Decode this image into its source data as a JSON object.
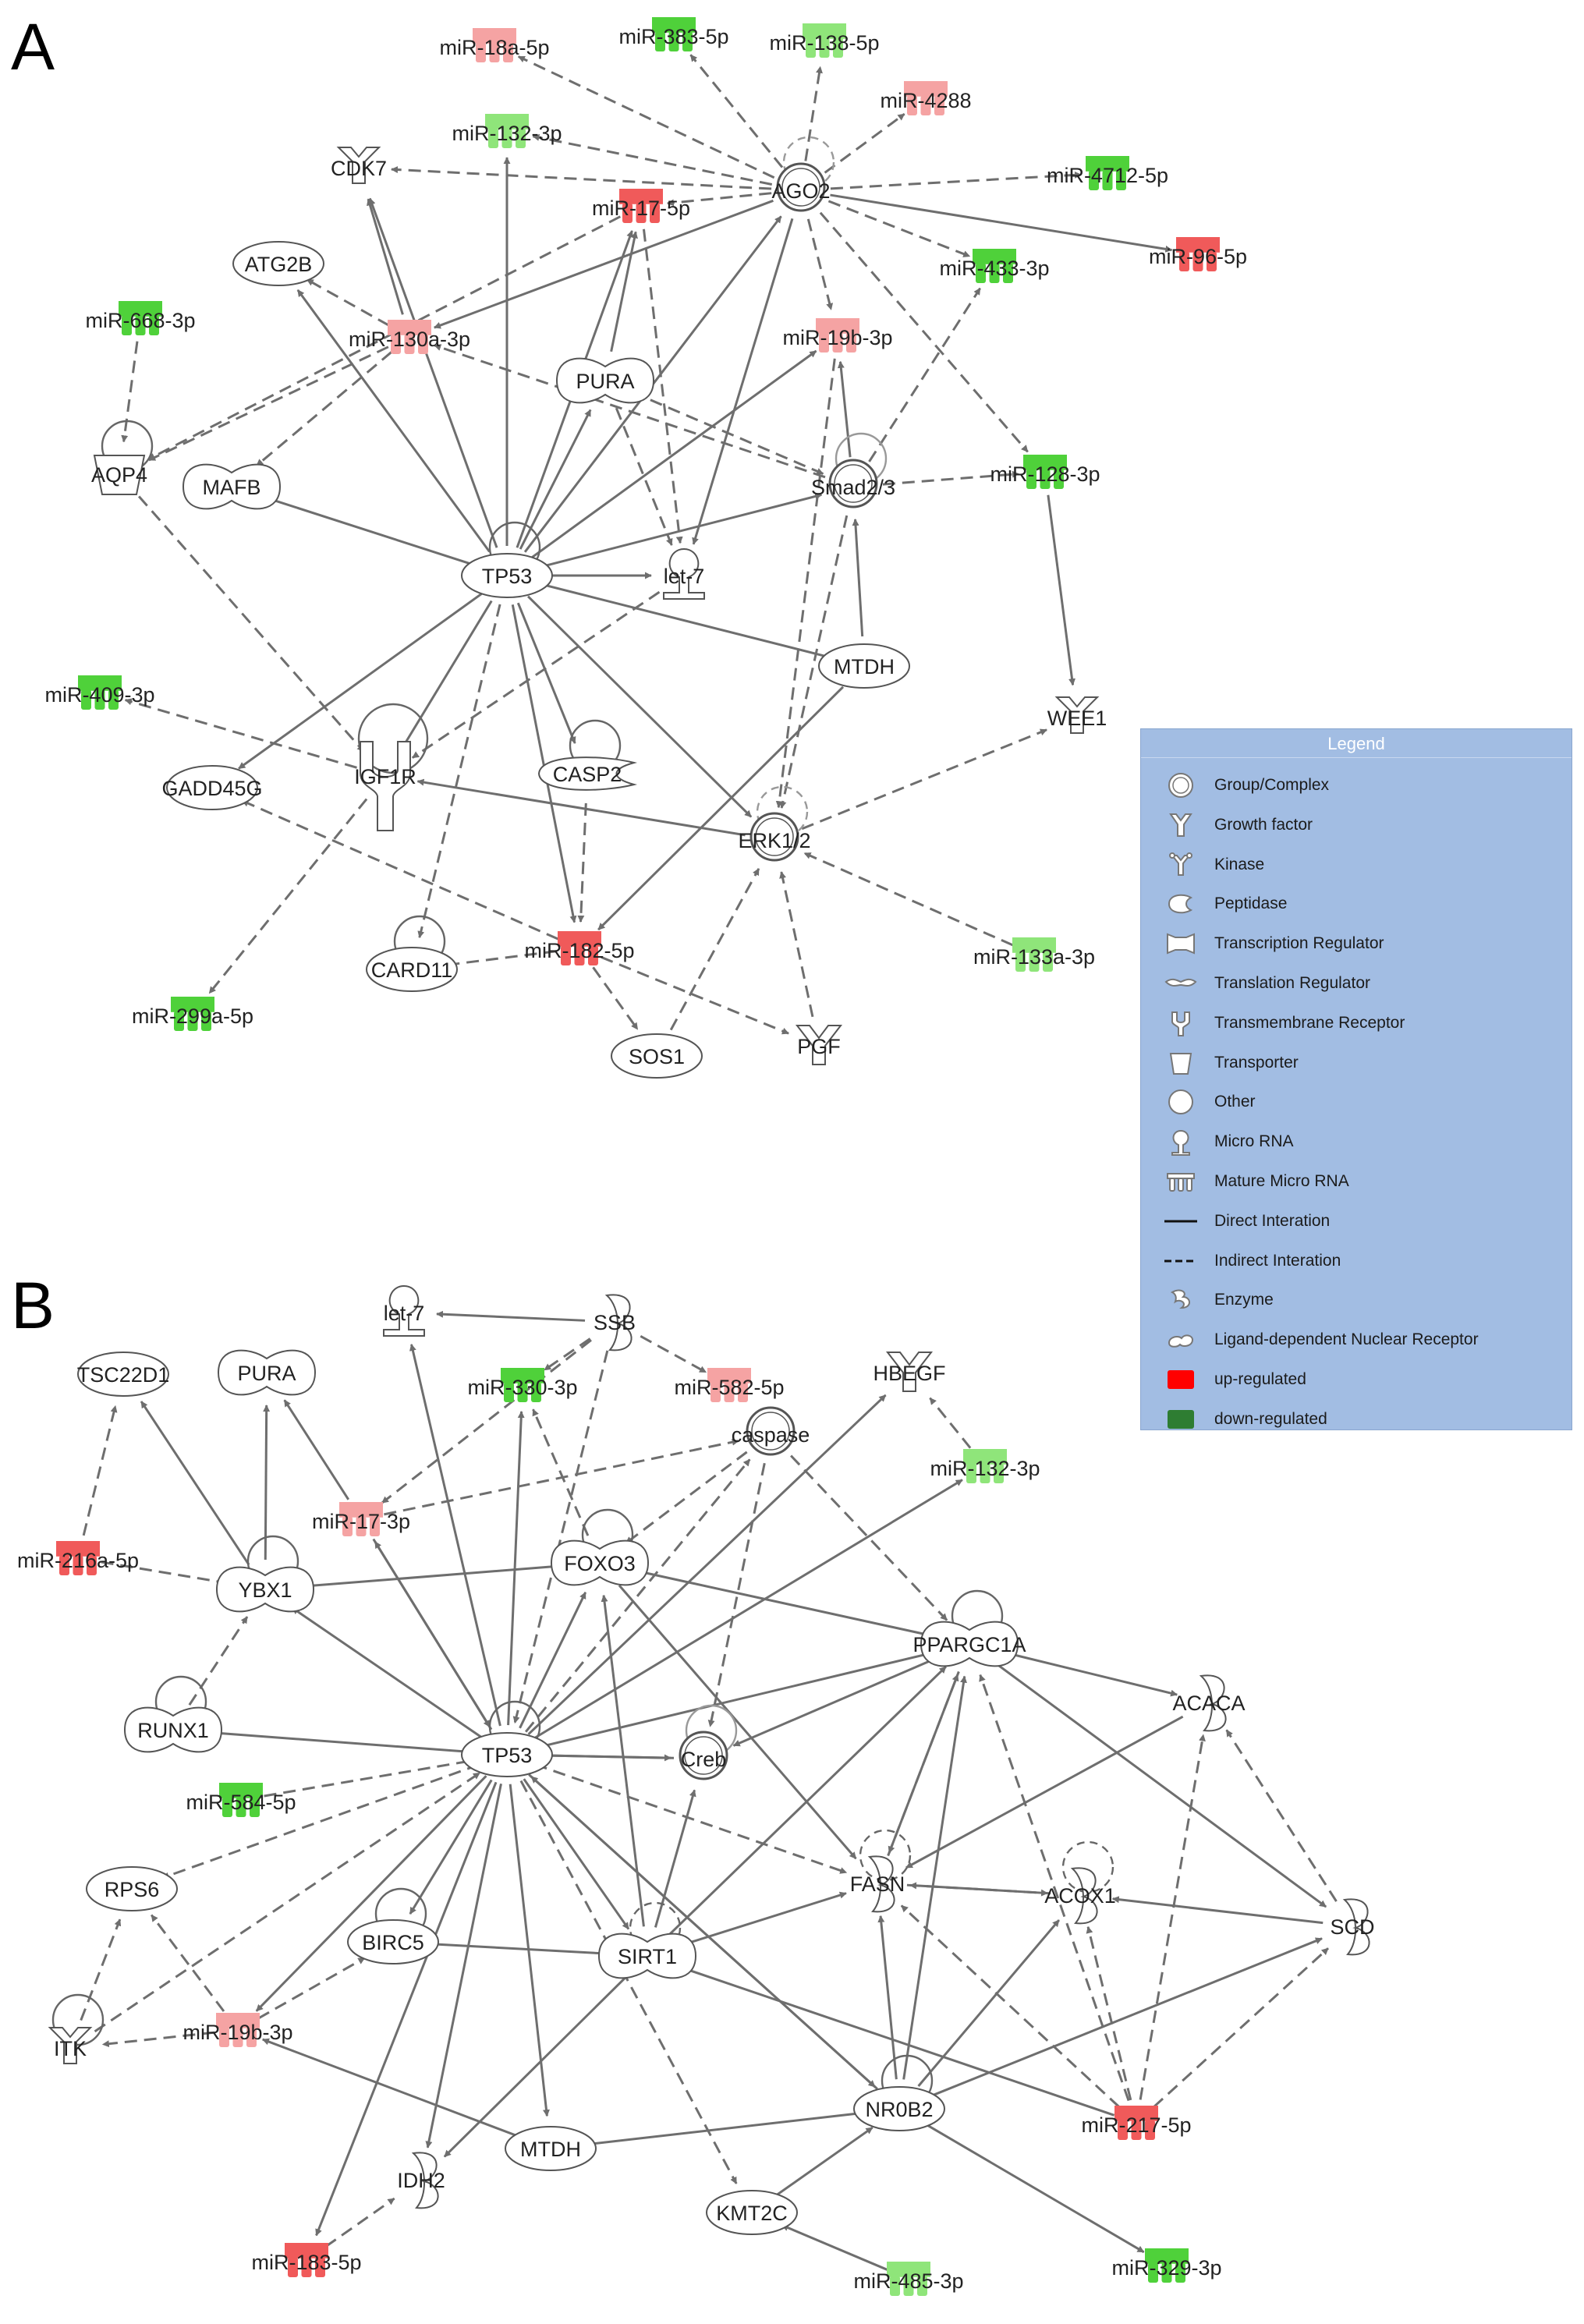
{
  "panels": [
    "A",
    "B"
  ],
  "colors": {
    "edge": "#6e6e6e",
    "up_strong": "#f05a5a",
    "up_light": "#f5a3a3",
    "down_strong": "#4fd13a",
    "down_light": "#8fe57a",
    "legend_bg": "#a2bde3",
    "legend_up": "#ff0000",
    "legend_down": "#2e7d32"
  },
  "legend": {
    "title": "Legend",
    "items": [
      {
        "label": "Group/Complex",
        "icon": "group-complex"
      },
      {
        "label": "Growth factor",
        "icon": "growth-factor"
      },
      {
        "label": "Kinase",
        "icon": "kinase"
      },
      {
        "label": "Peptidase",
        "icon": "peptidase"
      },
      {
        "label": "Transcription Regulator",
        "icon": "transcription-regulator"
      },
      {
        "label": "Translation Regulator",
        "icon": "translation-regulator"
      },
      {
        "label": "Transmembrane Receptor",
        "icon": "transmembrane-receptor"
      },
      {
        "label": "Transporter",
        "icon": "transporter"
      },
      {
        "label": "Other",
        "icon": "other"
      },
      {
        "label": "Micro RNA",
        "icon": "micro-rna"
      },
      {
        "label": "Mature Micro RNA",
        "icon": "mature-micro-rna"
      },
      {
        "label": "Direct Interation",
        "icon": "direct-line"
      },
      {
        "label": "Indirect Interation",
        "icon": "indirect-line"
      },
      {
        "label": "Enzyme",
        "icon": "enzyme"
      },
      {
        "label": "Ligand-dependent Nuclear Receptor",
        "icon": "nuclear-receptor"
      },
      {
        "label": "up-regulated",
        "icon": "up-swatch"
      },
      {
        "label": "down-regulated",
        "icon": "down-swatch"
      }
    ]
  },
  "networkA": {
    "nodes": [
      {
        "id": "TP53",
        "label": "TP53",
        "kind": "other"
      },
      {
        "id": "AGO2",
        "label": "AGO2",
        "kind": "group"
      },
      {
        "id": "PURA",
        "label": "PURA",
        "kind": "tr"
      },
      {
        "id": "SMAD23",
        "label": "Smad2/3",
        "kind": "group"
      },
      {
        "id": "LET7",
        "label": "let-7",
        "kind": "microrna"
      },
      {
        "id": "MTDH",
        "label": "MTDH",
        "kind": "other"
      },
      {
        "id": "CASP2",
        "label": "CASP2",
        "kind": "peptidase"
      },
      {
        "id": "ERK12",
        "label": "ERK1/2",
        "kind": "group"
      },
      {
        "id": "IGF1R",
        "label": "IGF1R",
        "kind": "receptor"
      },
      {
        "id": "GADD45G",
        "label": "GADD45G",
        "kind": "other"
      },
      {
        "id": "CARD11",
        "label": "CARD11",
        "kind": "other"
      },
      {
        "id": "SOS1",
        "label": "SOS1",
        "kind": "other"
      },
      {
        "id": "PGF",
        "label": "PGF",
        "kind": "growth"
      },
      {
        "id": "WEE1",
        "label": "WEE1",
        "kind": "kinase"
      },
      {
        "id": "MAFB",
        "label": "MAFB",
        "kind": "tr"
      },
      {
        "id": "AQP4",
        "label": "AQP4",
        "kind": "transporter"
      },
      {
        "id": "ATG2B",
        "label": "ATG2B",
        "kind": "other"
      },
      {
        "id": "CDK7",
        "label": "CDK7",
        "kind": "kinase"
      },
      {
        "id": "m18a",
        "label": "miR-18a-5p",
        "kind": "mirna",
        "reg": "up_light"
      },
      {
        "id": "m383",
        "label": "miR-383-5p",
        "kind": "mirna",
        "reg": "down_strong"
      },
      {
        "id": "m138",
        "label": "miR-138-5p",
        "kind": "mirna",
        "reg": "down_light"
      },
      {
        "id": "m4288",
        "label": "miR-4288",
        "kind": "mirna",
        "reg": "up_light"
      },
      {
        "id": "m132a",
        "label": "miR-132-3p",
        "kind": "mirna",
        "reg": "down_light"
      },
      {
        "id": "m4712",
        "label": "miR-4712-5p",
        "kind": "mirna",
        "reg": "down_strong"
      },
      {
        "id": "m17",
        "label": "miR-17-5p",
        "kind": "mirna",
        "reg": "up_strong"
      },
      {
        "id": "m96",
        "label": "miR-96-5p",
        "kind": "mirna",
        "reg": "up_strong"
      },
      {
        "id": "m433",
        "label": "miR-433-3p",
        "kind": "mirna",
        "reg": "down_strong"
      },
      {
        "id": "m668",
        "label": "miR-668-3p",
        "kind": "mirna",
        "reg": "down_strong"
      },
      {
        "id": "m130a",
        "label": "miR-130a-3p",
        "kind": "mirna",
        "reg": "up_light"
      },
      {
        "id": "m19bA",
        "label": "miR-19b-3p",
        "kind": "mirna",
        "reg": "up_light"
      },
      {
        "id": "m128",
        "label": "miR-128-3p",
        "kind": "mirna",
        "reg": "down_strong"
      },
      {
        "id": "m409",
        "label": "miR-409-3p",
        "kind": "mirna",
        "reg": "down_strong"
      },
      {
        "id": "m182",
        "label": "miR-182-5p",
        "kind": "mirna",
        "reg": "up_strong"
      },
      {
        "id": "m133a",
        "label": "miR-133a-3p",
        "kind": "mirna",
        "reg": "down_light"
      },
      {
        "id": "m299a",
        "label": "miR-299a-5p",
        "kind": "mirna",
        "reg": "down_strong"
      }
    ],
    "edges": [
      [
        "TP53",
        "CDK7",
        "d"
      ],
      [
        "TP53",
        "ATG2B",
        "d"
      ],
      [
        "TP53",
        "MAFB",
        "d"
      ],
      [
        "TP53",
        "AGO2",
        "d"
      ],
      [
        "TP53",
        "PURA",
        "d"
      ],
      [
        "TP53",
        "SMAD23",
        "d"
      ],
      [
        "TP53",
        "LET7",
        "d"
      ],
      [
        "TP53",
        "MTDH",
        "d"
      ],
      [
        "TP53",
        "CASP2",
        "d"
      ],
      [
        "TP53",
        "ERK12",
        "d"
      ],
      [
        "TP53",
        "IGF1R",
        "d"
      ],
      [
        "TP53",
        "GADD45G",
        "d"
      ],
      [
        "TP53",
        "m182",
        "d"
      ],
      [
        "TP53",
        "m19bA",
        "d"
      ],
      [
        "TP53",
        "m17",
        "d"
      ],
      [
        "TP53",
        "m132a",
        "d"
      ],
      [
        "TP53",
        "CARD11",
        "i"
      ],
      [
        "m130a",
        "CDK7",
        "d"
      ],
      [
        "m130a",
        "ATG2B",
        "i"
      ],
      [
        "m130a",
        "AQP4",
        "i"
      ],
      [
        "m130a",
        "MAFB",
        "i"
      ],
      [
        "AGO2",
        "m130a",
        "d"
      ],
      [
        "AGO2",
        "CDK7",
        "i"
      ],
      [
        "AGO2",
        "m18a",
        "i"
      ],
      [
        "AGO2",
        "m383",
        "i"
      ],
      [
        "AGO2",
        "m138",
        "i"
      ],
      [
        "AGO2",
        "m4288",
        "i"
      ],
      [
        "AGO2",
        "m132a",
        "i"
      ],
      [
        "AGO2",
        "m4712",
        "i"
      ],
      [
        "AGO2",
        "m17",
        "i"
      ],
      [
        "AGO2",
        "m96",
        "d"
      ],
      [
        "AGO2",
        "m433",
        "i"
      ],
      [
        "AGO2",
        "m19bA",
        "i"
      ],
      [
        "AGO2",
        "m128",
        "i"
      ],
      [
        "AGO2",
        "LET7",
        "d"
      ],
      [
        "PURA",
        "m17",
        "d"
      ],
      [
        "PURA",
        "LET7",
        "i"
      ],
      [
        "PURA",
        "SMAD23",
        "i"
      ],
      [
        "m17",
        "LET7",
        "i"
      ],
      [
        "m17",
        "AQP4",
        "i"
      ],
      [
        "SMAD23",
        "m130a",
        "i"
      ],
      [
        "SMAD23",
        "m19bA",
        "d"
      ],
      [
        "SMAD23",
        "m128",
        "i"
      ],
      [
        "SMAD23",
        "m433",
        "i"
      ],
      [
        "m19bA",
        "ERK12",
        "i"
      ],
      [
        "MTDH",
        "SMAD23",
        "d"
      ],
      [
        "MTDH",
        "m182",
        "d"
      ],
      [
        "m128",
        "WEE1",
        "d"
      ],
      [
        "ERK12",
        "WEE1",
        "i"
      ],
      [
        "ERK12",
        "IGF1R",
        "d"
      ],
      [
        "m133a",
        "ERK12",
        "i"
      ],
      [
        "SOS1",
        "ERK12",
        "i"
      ],
      [
        "PGF",
        "ERK12",
        "i"
      ],
      [
        "SMAD23",
        "ERK12",
        "i"
      ],
      [
        "m668",
        "AQP4",
        "i"
      ],
      [
        "AQP4",
        "IGF1R",
        "i"
      ],
      [
        "IGF1R",
        "m409",
        "i"
      ],
      [
        "IGF1R",
        "m299a",
        "i"
      ],
      [
        "LET7",
        "IGF1R",
        "i"
      ],
      [
        "m182",
        "CARD11",
        "i"
      ],
      [
        "m182",
        "GADD45G",
        "i"
      ],
      [
        "m182",
        "SOS1",
        "i"
      ],
      [
        "m182",
        "PGF",
        "i"
      ],
      [
        "CASP2",
        "m182",
        "i"
      ]
    ]
  },
  "networkB": {
    "nodes": [
      {
        "id": "TP53",
        "label": "TP53",
        "kind": "other"
      },
      {
        "id": "LET7",
        "label": "let-7",
        "kind": "microrna"
      },
      {
        "id": "SSB",
        "label": "SSB",
        "kind": "enzyme"
      },
      {
        "id": "TSC22D1",
        "label": "TSC22D1",
        "kind": "other"
      },
      {
        "id": "PURA",
        "label": "PURA",
        "kind": "tr"
      },
      {
        "id": "m330",
        "label": "miR-330-3p",
        "kind": "mirna",
        "reg": "down_strong"
      },
      {
        "id": "m582",
        "label": "miR-582-5p",
        "kind": "mirna",
        "reg": "up_light"
      },
      {
        "id": "HBEGF",
        "label": "HBEGF",
        "kind": "growth"
      },
      {
        "id": "caspase",
        "label": "caspase",
        "kind": "group"
      },
      {
        "id": "m132b",
        "label": "miR-132-3p",
        "kind": "mirna",
        "reg": "down_light"
      },
      {
        "id": "m17b",
        "label": "miR-17-3p",
        "kind": "mirna",
        "reg": "up_light"
      },
      {
        "id": "m216a",
        "label": "miR-216a-5p",
        "kind": "mirna",
        "reg": "up_strong"
      },
      {
        "id": "YBX1",
        "label": "YBX1",
        "kind": "tr"
      },
      {
        "id": "FOXO3",
        "label": "FOXO3",
        "kind": "tr"
      },
      {
        "id": "PPARGC1A",
        "label": "PPARGC1A",
        "kind": "tr"
      },
      {
        "id": "ACACA",
        "label": "ACACA",
        "kind": "enzyme"
      },
      {
        "id": "RUNX1",
        "label": "RUNX1",
        "kind": "tr"
      },
      {
        "id": "Creb",
        "label": "Creb",
        "kind": "group"
      },
      {
        "id": "m584",
        "label": "miR-584-5p",
        "kind": "mirna",
        "reg": "down_strong"
      },
      {
        "id": "FASN",
        "label": "FASN",
        "kind": "enzyme"
      },
      {
        "id": "ACOX1",
        "label": "ACOX1",
        "kind": "enzyme"
      },
      {
        "id": "SCD",
        "label": "SCD",
        "kind": "enzyme"
      },
      {
        "id": "RPS6",
        "label": "RPS6",
        "kind": "other"
      },
      {
        "id": "SIRT1",
        "label": "SIRT1",
        "kind": "tr"
      },
      {
        "id": "BIRC5",
        "label": "BIRC5",
        "kind": "other"
      },
      {
        "id": "ITK",
        "label": "ITK",
        "kind": "kinase"
      },
      {
        "id": "m19bB",
        "label": "miR-19b-3p",
        "kind": "mirna",
        "reg": "up_light"
      },
      {
        "id": "NR0B2",
        "label": "NR0B2",
        "kind": "other"
      },
      {
        "id": "m217",
        "label": "miR-217-5p",
        "kind": "mirna",
        "reg": "up_strong"
      },
      {
        "id": "MTDH",
        "label": "MTDH",
        "kind": "other"
      },
      {
        "id": "IDH2",
        "label": "IDH2",
        "kind": "enzyme"
      },
      {
        "id": "KMT2C",
        "label": "KMT2C",
        "kind": "other"
      },
      {
        "id": "m183",
        "label": "miR-183-5p",
        "kind": "mirna",
        "reg": "up_strong"
      },
      {
        "id": "m485",
        "label": "miR-485-3p",
        "kind": "mirna",
        "reg": "down_light"
      },
      {
        "id": "m329",
        "label": "miR-329-3p",
        "kind": "mirna",
        "reg": "down_strong"
      }
    ],
    "edges": [
      [
        "SSB",
        "LET7",
        "d"
      ],
      [
        "SSB",
        "m330",
        "i"
      ],
      [
        "SSB",
        "m582",
        "i"
      ],
      [
        "SSB",
        "TP53",
        "i"
      ],
      [
        "TP53",
        "LET7",
        "d"
      ],
      [
        "TP53",
        "m330",
        "d"
      ],
      [
        "TP53",
        "HBEGF",
        "d"
      ],
      [
        "TP53",
        "m132b",
        "d"
      ],
      [
        "TP53",
        "m17b",
        "d"
      ],
      [
        "TP53",
        "FOXO3",
        "d"
      ],
      [
        "TP53",
        "PPARGC1A",
        "d"
      ],
      [
        "TP53",
        "RUNX1",
        "d"
      ],
      [
        "TP53",
        "Creb",
        "d"
      ],
      [
        "TP53",
        "caspase",
        "i"
      ],
      [
        "TP53",
        "RPS6",
        "i"
      ],
      [
        "TP53",
        "BIRC5",
        "d"
      ],
      [
        "TP53",
        "m19bB",
        "d"
      ],
      [
        "TP53",
        "MTDH",
        "d"
      ],
      [
        "TP53",
        "IDH2",
        "d"
      ],
      [
        "TP53",
        "m183",
        "d"
      ],
      [
        "TP53",
        "KMT2C",
        "i"
      ],
      [
        "TP53",
        "NR0B2",
        "d"
      ],
      [
        "TP53",
        "SIRT1",
        "d"
      ],
      [
        "TP53",
        "FASN",
        "i"
      ],
      [
        "TP53",
        "YBX1",
        "d"
      ],
      [
        "m584",
        "TP53",
        "i"
      ],
      [
        "m216a",
        "TSC22D1",
        "i"
      ],
      [
        "m216a",
        "YBX1",
        "i"
      ],
      [
        "YBX1",
        "TSC22D1",
        "d"
      ],
      [
        "YBX1",
        "PURA",
        "d"
      ],
      [
        "m17b",
        "PURA",
        "d"
      ],
      [
        "m17b",
        "caspase",
        "i"
      ],
      [
        "m17b",
        "TP53",
        "d"
      ],
      [
        "FOXO3",
        "YBX1",
        "d"
      ],
      [
        "FOXO3",
        "PPARGC1A",
        "d"
      ],
      [
        "FOXO3",
        "m330",
        "i"
      ],
      [
        "FOXO3",
        "FASN",
        "d"
      ],
      [
        "caspase",
        "FOXO3",
        "i"
      ],
      [
        "caspase",
        "PPARGC1A",
        "i"
      ],
      [
        "m132b",
        "HBEGF",
        "i"
      ],
      [
        "PPARGC1A",
        "ACACA",
        "d"
      ],
      [
        "PPARGC1A",
        "SCD",
        "d"
      ],
      [
        "PPARGC1A",
        "Creb",
        "d"
      ],
      [
        "PPARGC1A",
        "FASN",
        "d"
      ],
      [
        "ACACA",
        "FASN",
        "d"
      ],
      [
        "SCD",
        "ACACA",
        "i"
      ],
      [
        "SCD",
        "ACOX1",
        "d"
      ],
      [
        "FASN",
        "PPARGC1A",
        "i"
      ],
      [
        "ACOX1",
        "FASN",
        "d"
      ],
      [
        "SIRT1",
        "BIRC5",
        "d"
      ],
      [
        "SIRT1",
        "FOXO3",
        "d"
      ],
      [
        "SIRT1",
        "Creb",
        "d"
      ],
      [
        "SIRT1",
        "FASN",
        "d"
      ],
      [
        "SIRT1",
        "PPARGC1A",
        "d"
      ],
      [
        "SIRT1",
        "IDH2",
        "d"
      ],
      [
        "NR0B2",
        "PPARGC1A",
        "d"
      ],
      [
        "NR0B2",
        "ACOX1",
        "d"
      ],
      [
        "NR0B2",
        "FASN",
        "d"
      ],
      [
        "NR0B2",
        "SCD",
        "d"
      ],
      [
        "NR0B2",
        "m329",
        "d"
      ],
      [
        "NR0B2",
        "TP53",
        "d"
      ],
      [
        "m217",
        "SIRT1",
        "d"
      ],
      [
        "m217",
        "SCD",
        "i"
      ],
      [
        "m217",
        "ACACA",
        "i"
      ],
      [
        "m217",
        "ACOX1",
        "i"
      ],
      [
        "m217",
        "FASN",
        "i"
      ],
      [
        "m217",
        "PPARGC1A",
        "i"
      ],
      [
        "MTDH",
        "NR0B2",
        "d"
      ],
      [
        "MTDH",
        "m19bB",
        "d"
      ],
      [
        "KMT2C",
        "NR0B2",
        "d"
      ],
      [
        "m485",
        "KMT2C",
        "d"
      ],
      [
        "m183",
        "IDH2",
        "i"
      ],
      [
        "m19bB",
        "BIRC5",
        "i"
      ],
      [
        "m19bB",
        "RPS6",
        "i"
      ],
      [
        "ITK",
        "RPS6",
        "i"
      ],
      [
        "ITK",
        "TP53",
        "i"
      ],
      [
        "m19bB",
        "ITK",
        "i"
      ],
      [
        "RUNX1",
        "YBX1",
        "i"
      ],
      [
        "Creb",
        "TP53",
        "d"
      ],
      [
        "caspase",
        "Creb",
        "i"
      ],
      [
        "FASN",
        "ACOX1",
        "i"
      ],
      [
        "SSB",
        "m17b",
        "i"
      ]
    ]
  }
}
